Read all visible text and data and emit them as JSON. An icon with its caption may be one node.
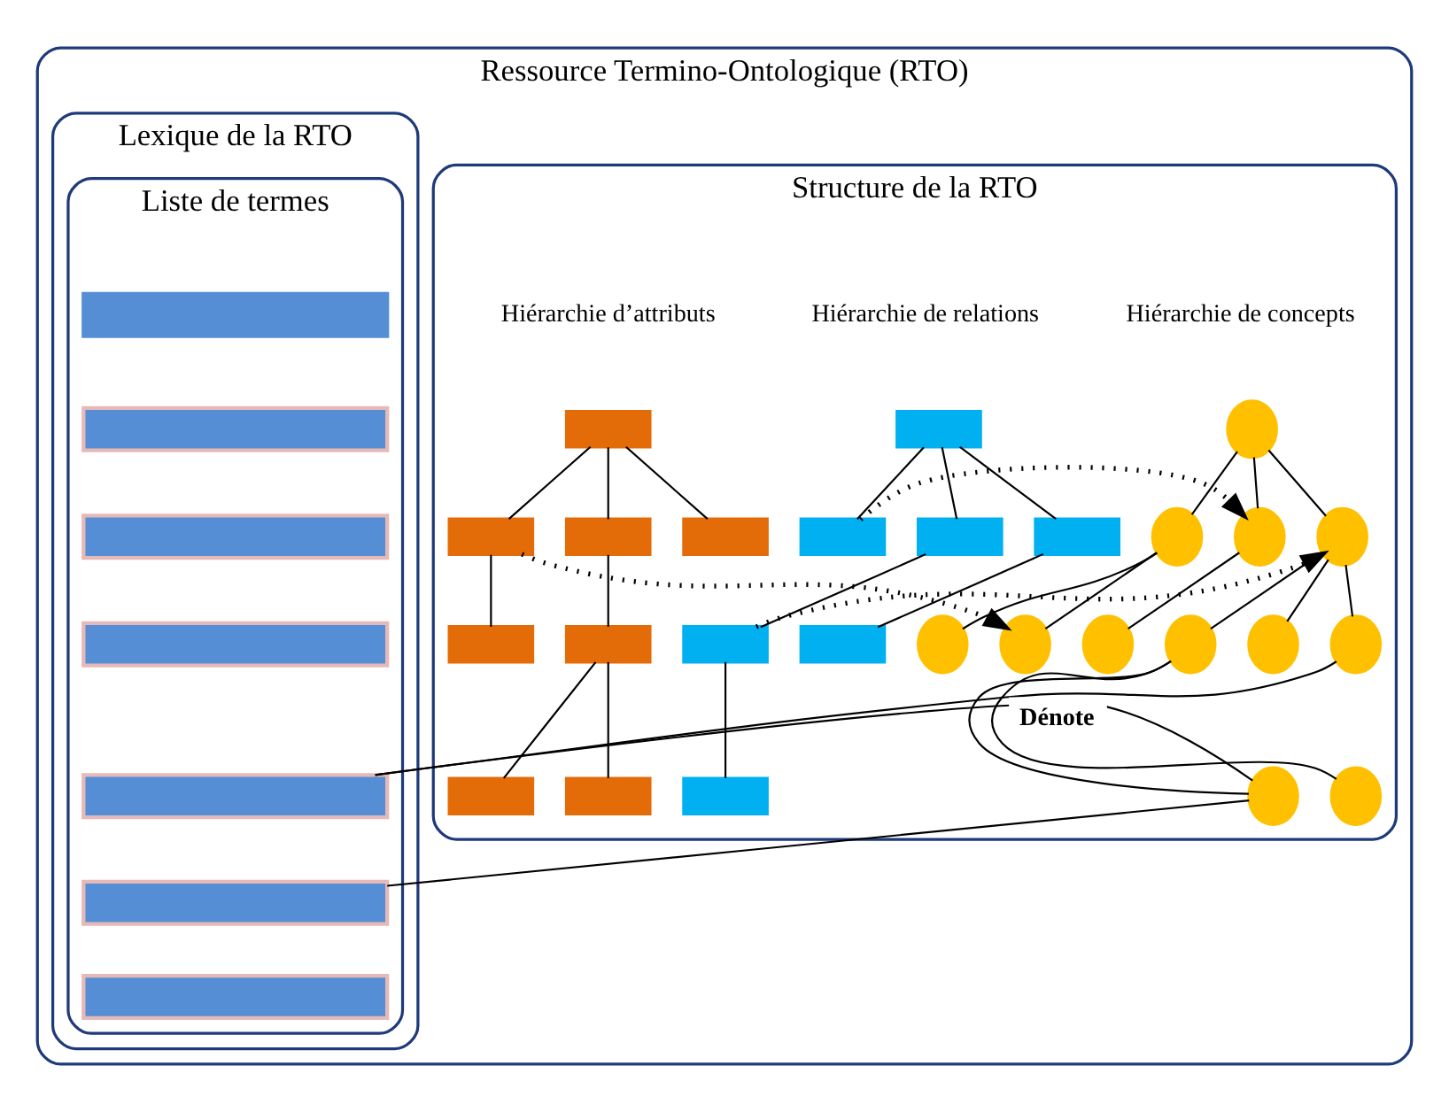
{
  "diagram": {
    "nodes": [
      {
        "text": [
          "Ressource Termino-Ontologique (RTO)"
        ]
      },
      {
        "text": [
          "Structure de la RTO"
        ],
        "in": 0
      },
      {
        "text": [
          "Lexique de la RTO"
        ],
        "in": 0
      },
      {
        "text": [
          "Liste de termes"
        ],
        "in": 2
      },
      {
        "text": [],
        "shape": "circle",
        "in": 1,
        "beside": [
          "Hiérarchie de concepts"
        ]
      },
      {
        "text": [],
        "shape": "circle",
        "in": 1
      },
      {
        "text": [],
        "shape": "circle",
        "in": 1
      },
      {
        "text": [],
        "shape": "circle",
        "in": 1
      },
      {
        "text": [],
        "shape": "circle",
        "in": 1
      },
      {
        "text": [],
        "shape": "circle",
        "in": 1
      },
      {
        "text": [],
        "shape": "circle",
        "in": 1
      },
      {
        "text": [],
        "shape": "circle",
        "in": 1
      },
      {
        "text": [],
        "shape": "circle",
        "in": 1
      },
      {
        "text": [],
        "shape": "circle",
        "in": 1
      },
      {
        "text": [],
        "shape": "circle",
        "in": 1
      },
      {
        "text": [],
        "shape": "circle",
        "in": 1
      },
      {
        "text": [],
        "shape": "box",
        "in": 1,
        "beside": [
          "Hiérarchie de relations"
        ]
      },
      {
        "text": [],
        "shape": "box",
        "in": 1
      },
      {
        "text": [],
        "shape": "box",
        "in": 1
      },
      {
        "text": [],
        "shape": "box",
        "in": 1
      },
      {
        "text": [],
        "shape": "box",
        "in": 1
      },
      {
        "text": [],
        "shape": "box",
        "in": 1
      },
      {
        "text": [],
        "shape": "box",
        "in": 1
      },
      {
        "text": [],
        "shape": "box",
        "in": 1,
        "beside": [
          "Hiérarchie d’attributs"
        ]
      },
      {
        "text": [],
        "shape": "box",
        "in": 1
      },
      {
        "text": [],
        "shape": "box",
        "in": 1
      },
      {
        "text": [],
        "shape": "box",
        "in": 1
      },
      {
        "text": [],
        "shape": "box",
        "in": 1
      },
      {
        "text": [],
        "shape": "box",
        "in": 1
      },
      {
        "text": [],
        "shape": "box",
        "in": 1
      },
      {
        "text": [],
        "shape": "box",
        "in": 1
      },
      {
        "text": [],
        "shape": "bar",
        "in": 3
      },
      {
        "text": [],
        "shape": "bar",
        "in": 3
      },
      {
        "text": [],
        "shape": "bar",
        "in": 3
      },
      {
        "text": [],
        "shape": "bar",
        "in": 3
      },
      {
        "text": [],
        "shape": "bar",
        "in": 3
      },
      {
        "text": [],
        "shape": "bar",
        "in": 3
      },
      {
        "text": [],
        "shape": "bar",
        "in": 3
      }
    ],
    "edges": [
      {
        "from": 4,
        "to": 5,
        "arrow": "none"
      },
      {
        "from": 4,
        "to": 6,
        "arrow": "none"
      },
      {
        "from": 4,
        "to": 7,
        "arrow": "none"
      },
      {
        "from": 5,
        "to": 8,
        "arrow": "none"
      },
      {
        "from": 5,
        "to": 9,
        "arrow": "none"
      },
      {
        "from": 6,
        "to": 10,
        "arrow": "none"
      },
      {
        "from": 7,
        "to": 11,
        "arrow": "none"
      },
      {
        "from": 7,
        "to": 12,
        "arrow": "none"
      },
      {
        "from": 7,
        "to": 13,
        "arrow": "none"
      },
      {
        "from": 11,
        "to": 14,
        "arrow": "none"
      },
      {
        "from": 11,
        "to": 15,
        "arrow": "none"
      },
      {
        "from": 16,
        "to": 17,
        "arrow": "none"
      },
      {
        "from": 16,
        "to": 18,
        "arrow": "none"
      },
      {
        "from": 16,
        "to": 19,
        "arrow": "none"
      },
      {
        "from": 18,
        "to": 20,
        "arrow": "none"
      },
      {
        "from": 19,
        "to": 21,
        "arrow": "none"
      },
      {
        "from": 20,
        "to": 22,
        "arrow": "none"
      },
      {
        "from": 23,
        "to": 24,
        "arrow": "none"
      },
      {
        "from": 23,
        "to": 25,
        "arrow": "none"
      },
      {
        "from": 23,
        "to": 26,
        "arrow": "none"
      },
      {
        "from": 24,
        "to": 27,
        "arrow": "none"
      },
      {
        "from": 25,
        "to": 28,
        "arrow": "none"
      },
      {
        "from": 28,
        "to": 29,
        "arrow": "none"
      },
      {
        "from": 28,
        "to": 30,
        "arrow": "none"
      },
      {
        "from": 17,
        "to": 6,
        "arrow": "to",
        "style": "dashed"
      },
      {
        "from": 20,
        "to": 7,
        "arrow": "to",
        "style": "dashed"
      },
      {
        "from": 24,
        "to": 9,
        "arrow": "to",
        "style": "dashed"
      },
      {
        "from": 13,
        "to": 35,
        "arrow": "none"
      },
      {
        "from": 15,
        "to": 35,
        "arrow": "none",
        "label": "Dénote"
      },
      {
        "from": 15,
        "to": 36,
        "arrow": "none"
      }
    ]
  }
}
